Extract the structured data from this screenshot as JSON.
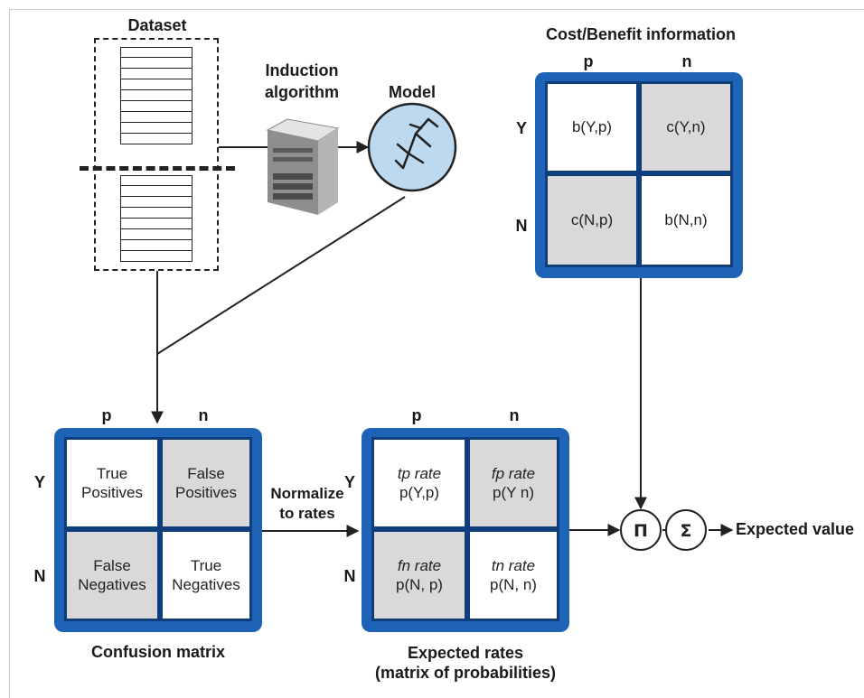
{
  "labels": {
    "dataset": "Dataset",
    "induction_line1": "Induction",
    "induction_line2": "algorithm",
    "model": "Model",
    "cost_benefit_title": "Cost/Benefit information",
    "confusion_title": "Confusion matrix",
    "expected_title_line1": "Expected rates",
    "expected_title_line2": "(matrix of probabilities)",
    "normalize_line1": "Normalize",
    "normalize_line2": "to rates",
    "expected_value": "Expected value",
    "op_product": "Π",
    "op_sum": "Σ"
  },
  "cost_benefit": {
    "col_p": "p",
    "col_n": "n",
    "row_y": "Y",
    "row_n": "N",
    "cells": [
      "b(Y,p)",
      "c(Y,n)",
      "c(N,p)",
      "b(N,n)"
    ]
  },
  "confusion": {
    "col_p": "p",
    "col_n": "n",
    "row_y": "Y",
    "row_n": "N",
    "cells": [
      {
        "l1": "True",
        "l2": "Positives"
      },
      {
        "l1": "False",
        "l2": "Positives"
      },
      {
        "l1": "False",
        "l2": "Negatives"
      },
      {
        "l1": "True",
        "l2": "Negatives"
      }
    ]
  },
  "expected_rates": {
    "col_p": "p",
    "col_n": "n",
    "row_y": "Y",
    "row_n": "N",
    "cells": [
      {
        "rate": "tp rate",
        "prob": "p(Y,p)"
      },
      {
        "rate": "fp rate",
        "prob": "p(Y n)"
      },
      {
        "rate": "fn rate",
        "prob": "p(N, p)"
      },
      {
        "rate": "tn rate",
        "prob": "p(N, n)"
      }
    ]
  },
  "colors": {
    "matrix_blue": "#1f63b6",
    "cell_border": "#0f3e7c",
    "shaded_cell": "#d9d9d9",
    "model_fill": "#bcd9ef",
    "line": "#222222"
  }
}
